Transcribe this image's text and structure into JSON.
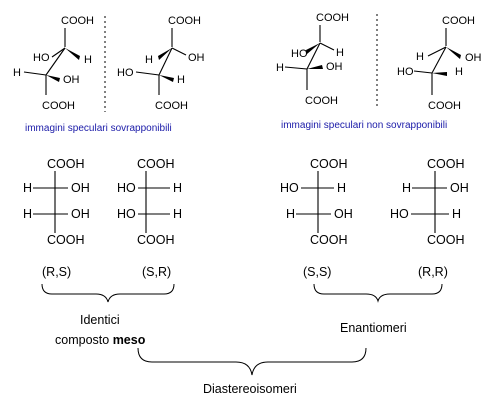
{
  "cooh": "COOH",
  "oh": "OH",
  "ho": "HO",
  "h": "H",
  "mirror_captions": {
    "superimposable": "immagini speculari sovrapponibili",
    "non_superimposable": "immagini speculari non sovrapponibili"
  },
  "configs": {
    "c1": "(R,S)",
    "c2": "(S,R)",
    "c3": "(S,S)",
    "c4": "(R,R)"
  },
  "groups": {
    "identical_line1": "Identici",
    "identical_line2_prefix": "composto",
    "identical_line2_bold": "meso",
    "enantiomers": "Enantiomeri",
    "diastereomers": "Diastereoisomeri"
  }
}
